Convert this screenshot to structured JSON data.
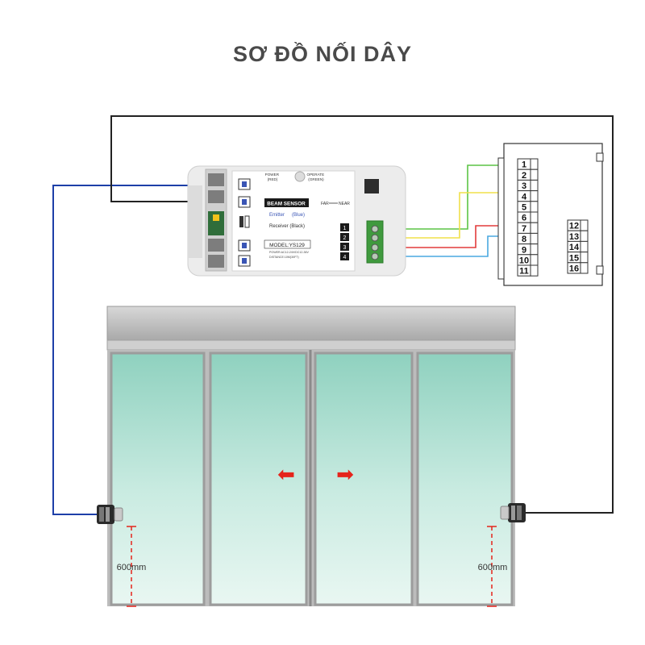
{
  "title": "SƠ ĐỒ NỐI DÂY",
  "sensor_module": {
    "power_label": "POWER\n(RED)",
    "operate_label": "OPERATE\n(GREEN)",
    "brand_label": "BEAM SENSOR",
    "emitter_label": "Emitter",
    "emitter_color": "(Blue)",
    "receiver_label": "Receiver (Black)",
    "far_label": "FAR",
    "near_label": "NEAR",
    "model_label": "MODEL:YS129",
    "power_spec": "POWER:AC12-24V/DC12-36V",
    "distance_spec": "DISTANCE:10M(30FT)",
    "output_labels": [
      "1",
      "2",
      "3",
      "4"
    ]
  },
  "terminal_block": {
    "left_numbers": [
      "1",
      "2",
      "3",
      "4",
      "5",
      "6",
      "7",
      "8",
      "9",
      "10",
      "11"
    ],
    "right_numbers": [
      "12",
      "13",
      "14",
      "15",
      "16"
    ]
  },
  "wires": {
    "green": "#5cc445",
    "yellow": "#f0e04a",
    "red": "#e23b3b",
    "blue": "#4aa8e0",
    "emitter": "#1d3fa8",
    "receiver": "#222222"
  },
  "door": {
    "arrow_left": "⬅",
    "arrow_right": "➡",
    "height_left": "600mm",
    "height_right": "600mm"
  }
}
